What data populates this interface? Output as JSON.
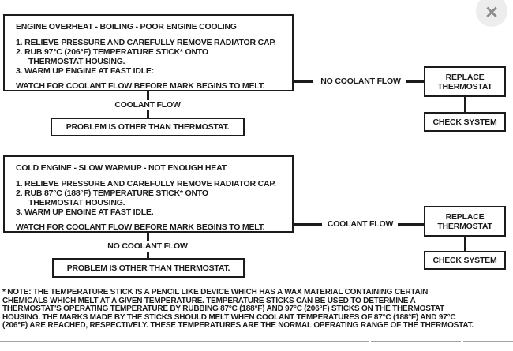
{
  "page": {
    "close_label": "✕"
  },
  "colors": {
    "ink": "#1b1b1b",
    "divider_gray": "#a2a2a2",
    "close_circle": "#ededed",
    "close_glyph": "#8d8d8d"
  },
  "sections": [
    {
      "title": "ENGINE OVERHEAT - BOILING - POOR ENGINE COOLING",
      "steps": [
        "1. RELIEVE PRESSURE AND CAREFULLY REMOVE RADIATOR CAP.",
        "2. RUB 97°C (206°F) TEMPERATURE STICK* ONTO",
        "THERMOSTAT HOUSING.",
        "3. WARM UP ENGINE AT FAST IDLE:"
      ],
      "watch_line": "WATCH FOR COOLANT FLOW BEFORE MARK BEGINS TO MELT.",
      "down_branch_label": "COOLANT FLOW",
      "down_result": "PROBLEM IS OTHER THAN THERMOSTAT.",
      "right_branch_label": "NO COOLANT FLOW",
      "right_result": "REPLACE THERMOSTAT",
      "right_followup": "CHECK SYSTEM"
    },
    {
      "title": "COLD ENGINE - SLOW WARMUP - NOT ENOUGH HEAT",
      "steps": [
        "1. RELIEVE PRESSURE AND CAREFULLY REMOVE RADIATOR CAP.",
        "2. RUB 87°C (188°F) TEMPERATURE STICK* ONTO",
        "THERMOSTAT HOUSING.",
        "3. WARM UP ENGINE AT FAST IDLE."
      ],
      "watch_line": "WATCH FOR COOLANT FLOW BEFORE MARK BEGINS TO MELT.",
      "down_branch_label": "NO COOLANT FLOW",
      "down_result": "PROBLEM IS OTHER THAN THERMOSTAT.",
      "right_branch_label": "COOLANT FLOW",
      "right_result": "REPLACE THERMOSTAT",
      "right_followup": "CHECK SYSTEM"
    }
  ],
  "footnote": {
    "lines": [
      "* NOTE: THE TEMPERATURE STICK IS A PENCIL LIKE DEVICE WHICH HAS A WAX MATERIAL CONTAINING CERTAIN",
      "CHEMICALS WHICH MELT AT A GIVEN TEMPERATURE. TEMPERATURE STICKS CAN BE USED TO DETERMINE A",
      "THERMOSTAT'S OPERATING TEMPERATURE BY RUBBING 87°C (188°F) AND 97°C (206°F) STICKS ON THE THERMOSTAT",
      "HOUSING. THE MARKS MADE BY THE STICKS SHOULD MELT WHEN COOLANT TEMPERATURES OF 87°C (188°F) AND 97°C",
      "(206°F) ARE REACHED, RESPECTIVELY. THESE TEMPERATURES ARE THE NORMAL OPERATING RANGE OF THE THERMOSTAT."
    ]
  }
}
